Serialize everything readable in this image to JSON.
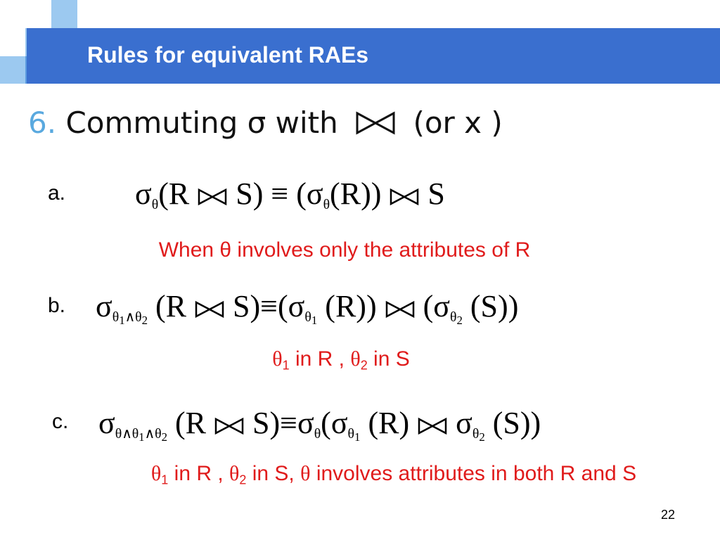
{
  "header": {
    "title": "Rules for equivalent RAEs"
  },
  "rule": {
    "number": "6.",
    "text_before": "Commuting σ with",
    "text_after": "(or x )"
  },
  "items": [
    {
      "label": "a.",
      "note": "When θ involves only the attributes of R"
    },
    {
      "label": "b.",
      "note_parts": [
        "θ",
        "1",
        " in R , ",
        "θ",
        "2",
        " in S"
      ]
    },
    {
      "label": "c.",
      "note_parts": [
        "θ",
        "1",
        " in R , ",
        "θ",
        "2",
        " in S, ",
        "θ",
        " involves attributes in both R and S"
      ]
    }
  ],
  "formula_tokens": {
    "sigma": "σ",
    "theta": "θ",
    "wedge": "∧",
    "equiv": "≡",
    "R": "R",
    "S": "S",
    "one": "1",
    "two": "2",
    "lparen": "(",
    "rparen": ")"
  },
  "footer": {
    "page_number": "22"
  },
  "colors": {
    "title_bar": "#3a6fcf",
    "accent_light": "#9cc9f0",
    "accent_mid": "#5b9be0",
    "number": "#5aa9df",
    "note_red": "#e01b1b"
  }
}
